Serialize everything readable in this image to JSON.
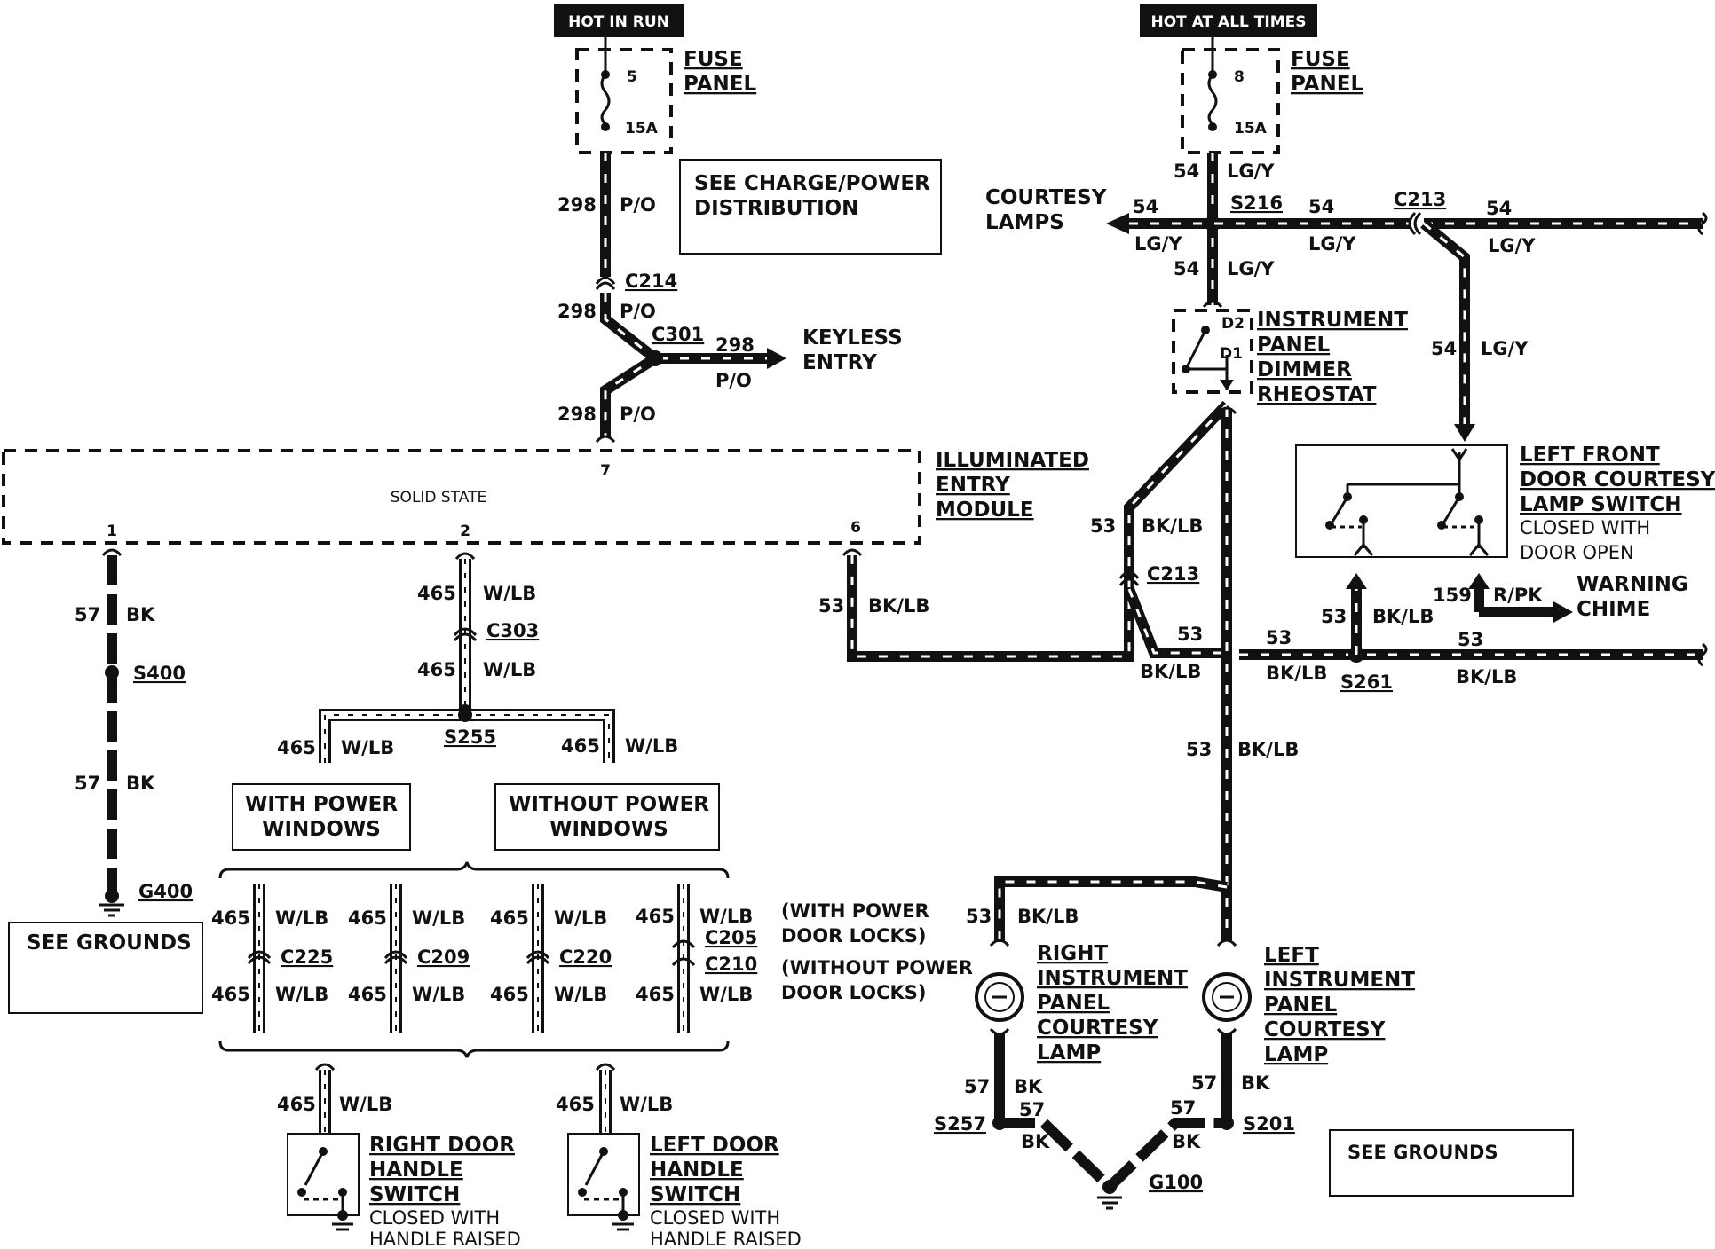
{
  "power": {
    "hot_in_run": "HOT IN RUN",
    "hot_at_all_times": "HOT AT ALL TIMES"
  },
  "fuse_left": {
    "label1": "FUSE",
    "label2": "PANEL",
    "num": "5",
    "rating": "15A"
  },
  "fuse_right": {
    "label1": "FUSE",
    "label2": "PANEL",
    "num": "8",
    "rating": "15A"
  },
  "notes": {
    "charge_power_1": "SEE CHARGE/POWER",
    "charge_power_2": "DISTRIBUTION",
    "see_grounds_left": "SEE GROUNDS",
    "see_grounds_right": "SEE GROUNDS"
  },
  "wires": {
    "c298": "298",
    "po": "P/O",
    "c54": "54",
    "lgy": "LG/Y",
    "c53": "53",
    "bklb": "BK/LB",
    "c57": "57",
    "bk": "BK",
    "c465": "465",
    "wlb": "W/LB",
    "c159": "159",
    "rpk": "R/PK"
  },
  "connectors": {
    "c214": "C214",
    "c301": "C301",
    "s216": "S216",
    "c213a": "C213",
    "c213b": "C213",
    "s400": "S400",
    "g400": "G400",
    "c303": "C303",
    "s255": "S255",
    "c225": "C225",
    "c209": "C209",
    "c220": "C220",
    "c205": "C205",
    "c210": "C210",
    "s261": "S261",
    "s257": "S257",
    "s201": "S201",
    "g100": "G100",
    "d1": "D1",
    "d2": "D2"
  },
  "components": {
    "keyless_1": "KEYLESS",
    "keyless_2": "ENTRY",
    "courtesy_1": "COURTESY",
    "courtesy_2": "LAMPS",
    "dimmer_1": "INSTRUMENT",
    "dimmer_2": "PANEL",
    "dimmer_3": "DIMMER",
    "dimmer_4": "RHEOSTAT",
    "module_1": "ILLUMINATED",
    "module_2": "ENTRY",
    "module_3": "MODULE",
    "solid_state": "SOLID STATE",
    "pin7": "7",
    "pin1": "1",
    "pin2": "2",
    "pin6": "6",
    "ldcs_1": "LEFT FRONT",
    "ldcs_2": "DOOR COURTESY",
    "ldcs_3": "LAMP SWITCH",
    "ldcs_4": "CLOSED WITH",
    "ldcs_5": "DOOR OPEN",
    "chime_1": "WARNING",
    "chime_2": "CHIME",
    "with_pw_1": "WITH POWER",
    "with_pw_2": "WINDOWS",
    "without_pw_1": "WITHOUT POWER",
    "without_pw_2": "WINDOWS",
    "pdl_1": "(WITH POWER",
    "pdl_2": "DOOR LOCKS)",
    "npdl_1": "(WITHOUT POWER",
    "npdl_2": "DOOR LOCKS)",
    "ripcl_1": "RIGHT",
    "ripcl_2": "INSTRUMENT",
    "ripcl_3": "PANEL",
    "ripcl_4": "COURTESY",
    "ripcl_5": "LAMP",
    "lipcl_1": "LEFT",
    "lipcl_2": "INSTRUMENT",
    "lipcl_3": "PANEL",
    "lipcl_4": "COURTESY",
    "lipcl_5": "LAMP",
    "rdhs_1": "RIGHT DOOR",
    "rdhs_2": "HANDLE",
    "rdhs_3": "SWITCH",
    "rdhs_4": "CLOSED WITH",
    "rdhs_5": "HANDLE RAISED",
    "ldhs_1": "LEFT DOOR",
    "ldhs_2": "HANDLE",
    "ldhs_3": "SWITCH",
    "ldhs_4": "CLOSED WITH",
    "ldhs_5": "HANDLE RAISED"
  }
}
